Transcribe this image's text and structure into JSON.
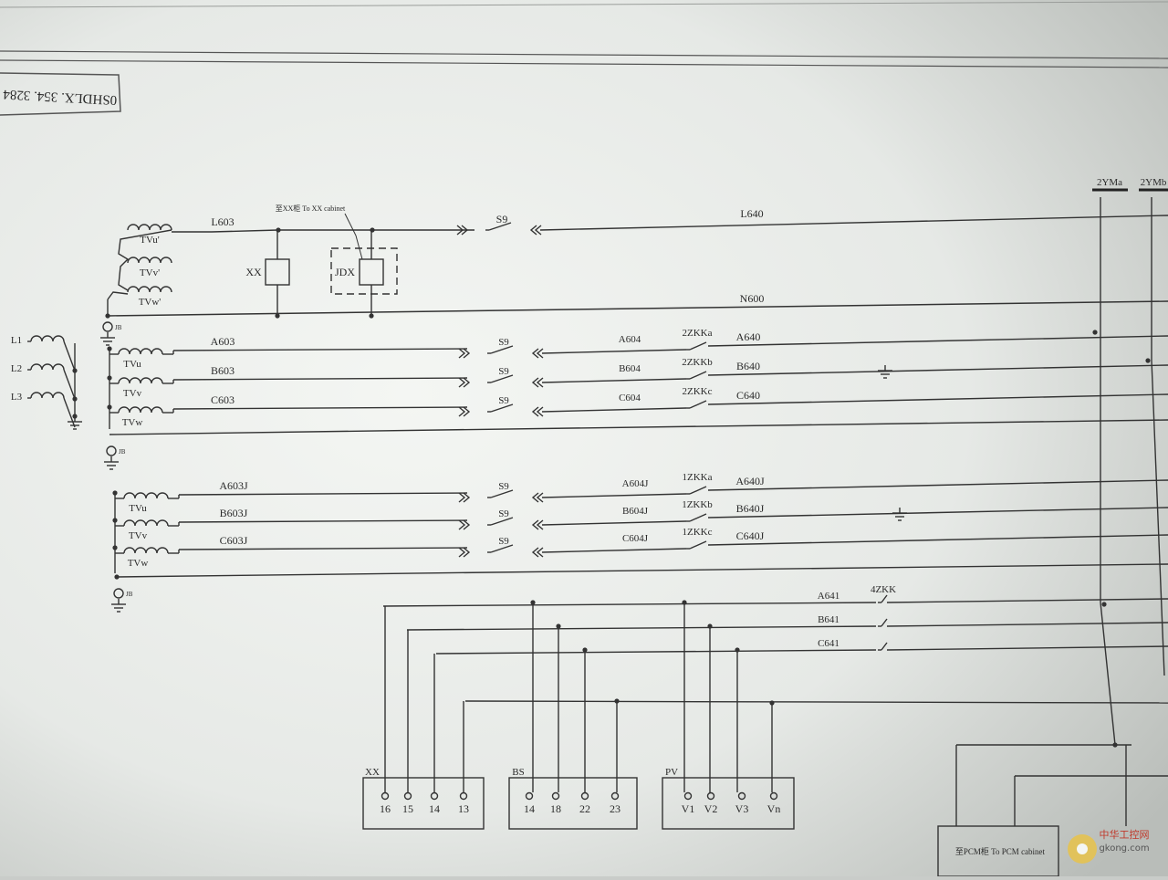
{
  "doc": {
    "drawing_number": "0SHDLX. 354. 3284",
    "note_to_xx": "至XX柜 To XX cabinet",
    "note_to_pcm": "至PCM柜 To PCM cabinet",
    "watermark_cn": "中华工控网",
    "watermark_url": "gkong.com"
  },
  "buses": [
    "2YMa",
    "2YMb"
  ],
  "primary_phases": [
    "L1",
    "L2",
    "L3"
  ],
  "section1": {
    "windings": [
      "TVu'",
      "TVv'",
      "TVw'"
    ],
    "line_left": "L603",
    "line_right": "L640",
    "switch": "S9",
    "box_xx": "XX",
    "box_jdx": "JDX",
    "neutral": "N600",
    "ground": "JB"
  },
  "section2": {
    "ground": "JB",
    "rows": [
      {
        "winding": "TVu",
        "left": "A603",
        "switch": "S9",
        "mid": "A604",
        "breaker": "2ZKKa",
        "right": "A640"
      },
      {
        "winding": "TVv",
        "left": "B603",
        "switch": "S9",
        "mid": "B604",
        "breaker": "2ZKKb",
        "right": "B640"
      },
      {
        "winding": "TVw",
        "left": "C603",
        "switch": "S9",
        "mid": "C604",
        "breaker": "2ZKKc",
        "right": "C640"
      }
    ]
  },
  "section3": {
    "ground": "JB",
    "rows": [
      {
        "winding": "TVu",
        "left": "A603J",
        "switch": "S9",
        "mid": "A604J",
        "breaker": "1ZKKa",
        "right": "A640J"
      },
      {
        "winding": "TVv",
        "left": "B603J",
        "switch": "S9",
        "mid": "B604J",
        "breaker": "1ZKKb",
        "right": "B640J"
      },
      {
        "winding": "TVw",
        "left": "C603J",
        "switch": "S9",
        "mid": "C604J",
        "breaker": "1ZKKc",
        "right": "C640J"
      }
    ]
  },
  "section4": {
    "breaker": "4ZKK",
    "lines": [
      "A641",
      "B641",
      "C641"
    ]
  },
  "terminals": [
    {
      "name": "XX",
      "pins": [
        "16",
        "15",
        "14",
        "13"
      ]
    },
    {
      "name": "BS",
      "pins": [
        "14",
        "18",
        "22",
        "23"
      ]
    },
    {
      "name": "PV",
      "pins": [
        "V1",
        "V2",
        "V3",
        "Vn"
      ]
    }
  ]
}
